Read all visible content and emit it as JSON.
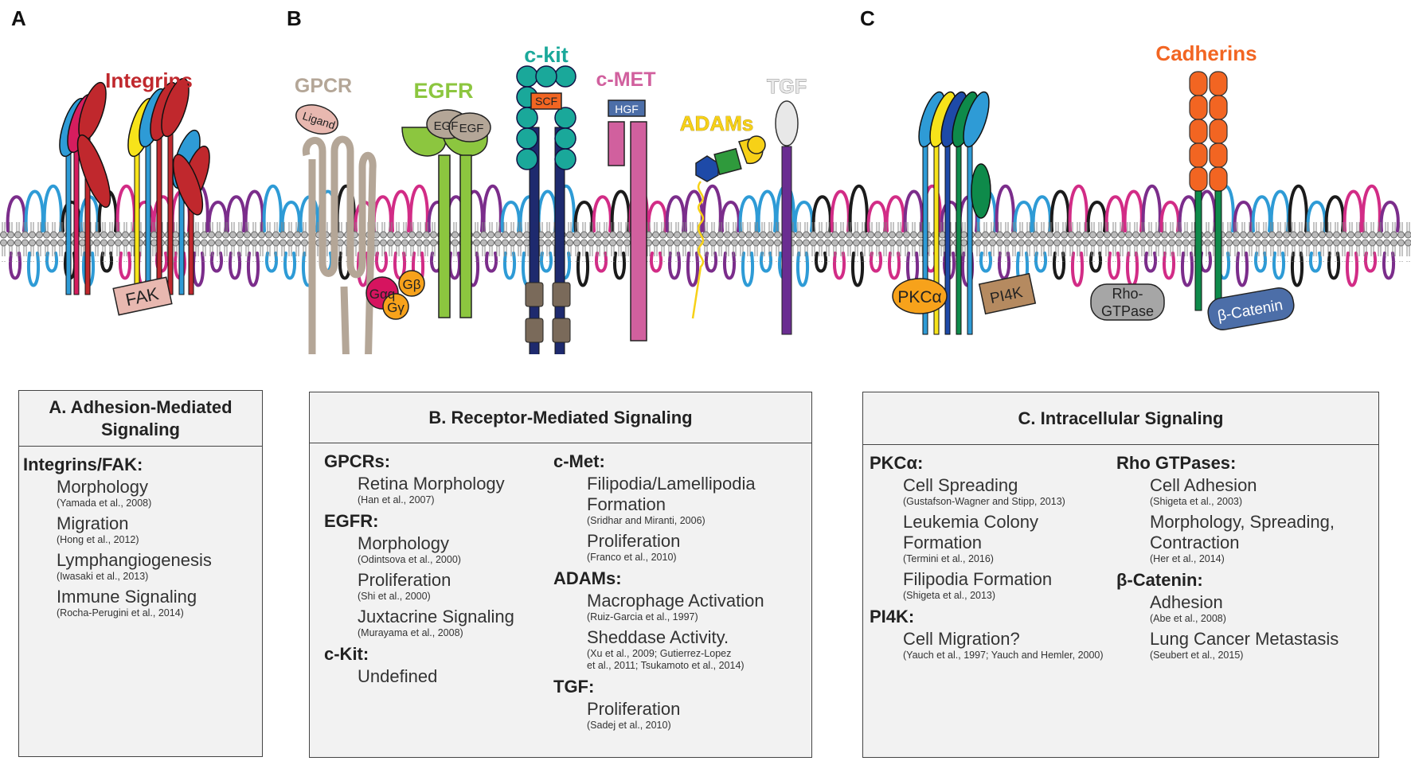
{
  "panels": {
    "a": "A",
    "b": "B",
    "c": "C"
  },
  "diagram": {
    "integrins": "Integrins",
    "fak": "FAK",
    "gpcr": "GPCR",
    "ligand": "Ligand",
    "galpha": "Gαq",
    "gbeta": "Gβ",
    "ggamma": "Gγ",
    "egfr": "EGFR",
    "egf1": "EGF",
    "egf2": "EGF",
    "ckit": "c-kit",
    "scf": "SCF",
    "cmet": "c-MET",
    "hgf": "HGF",
    "adams": "ADAMs",
    "tgf": "TGF",
    "cadherins": "Cadherins",
    "pkc": "PKCα",
    "pi4k": "PI4K",
    "rho1": "Rho-",
    "rho2": "GTPase",
    "bcat": "β-Catenin"
  },
  "colors": {
    "integrin_red": "#c0282d",
    "egfr_green": "#8cc63f",
    "ckit_teal": "#1aa89a",
    "cmet_pink": "#d1609e",
    "adams_yellow": "#f7d117",
    "cadherin_orange": "#f26522",
    "box_bg": "#f2f2f2"
  },
  "box_a": {
    "title1": "A. Adhesion-Mediated",
    "title2": "Signaling",
    "groups": [
      {
        "cat": "Integrins/FAK:",
        "items": [
          {
            "t": "Morphology",
            "r": "(Yamada et al., 2008)"
          },
          {
            "t": "Migration",
            "r": "(Hong et al., 2012)"
          },
          {
            "t": "Lymphangiogenesis",
            "r": "(Iwasaki et al., 2013)"
          },
          {
            "t": "Immune Signaling",
            "r": "(Rocha-Perugini et al., 2014)"
          }
        ]
      }
    ]
  },
  "box_b": {
    "title": "B. Receptor-Mediated Signaling",
    "left": [
      {
        "cat": "GPCRs:",
        "items": [
          {
            "t": "Retina Morphology",
            "r": "(Han et al., 2007)"
          }
        ]
      },
      {
        "cat": "EGFR:",
        "items": [
          {
            "t": "Morphology",
            "r": "(Odintsova et al., 2000)"
          },
          {
            "t": "Proliferation",
            "r": "(Shi et al., 2000)"
          },
          {
            "t": "Juxtacrine Signaling",
            "r": "(Murayama et al., 2008)"
          }
        ]
      },
      {
        "cat": "c-Kit:",
        "items": [
          {
            "t": "Undefined",
            "r": ""
          }
        ]
      }
    ],
    "right": [
      {
        "cat": "c-Met:",
        "items": [
          {
            "t": "Filipodia/Lamellipodia",
            "t2": "Formation",
            "r": "(Sridhar and Miranti, 2006)"
          },
          {
            "t": "Proliferation",
            "r": "(Franco et al., 2010)"
          }
        ]
      },
      {
        "cat": "ADAMs:",
        "items": [
          {
            "t": "Macrophage Activation",
            "r": "(Ruiz-Garcia et al., 1997)"
          },
          {
            "t": "Sheddase Activity.",
            "r": "(Xu et al., 2009; Gutierrez-Lopez",
            "r2": "et al., 2011; Tsukamoto et al., 2014)"
          }
        ]
      },
      {
        "cat": "TGF:",
        "items": [
          {
            "t": "Proliferation",
            "r": "(Sadej et al., 2010)"
          }
        ]
      }
    ]
  },
  "box_c": {
    "title": "C. Intracellular Signaling",
    "left": [
      {
        "cat": "PKCα:",
        "items": [
          {
            "t": "Cell Spreading",
            "r": "(Gustafson-Wagner and Stipp, 2013)"
          },
          {
            "t": "Leukemia Colony",
            "t2": "Formation",
            "r": "(Termini et al., 2016)"
          },
          {
            "t": "Filipodia Formation",
            "r": "(Shigeta et al., 2013)"
          }
        ]
      },
      {
        "cat": "PI4K:",
        "items": [
          {
            "t": "Cell Migration?",
            "r": "(Yauch et al., 1997; Yauch and Hemler, 2000)"
          }
        ]
      }
    ],
    "right": [
      {
        "cat": "Rho GTPases:",
        "items": [
          {
            "t": "Cell Adhesion",
            "r": "(Shigeta et al., 2003)"
          },
          {
            "t": "Morphology, Spreading,",
            "t2": "Contraction",
            "r": "(Her et al., 2014)"
          }
        ]
      },
      {
        "cat": "β-Catenin:",
        "items": [
          {
            "t": "Adhesion",
            "r": "(Abe et al., 2008)"
          },
          {
            "t": "Lung Cancer Metastasis",
            "r": "(Seubert et al., 2015)"
          }
        ]
      }
    ]
  }
}
